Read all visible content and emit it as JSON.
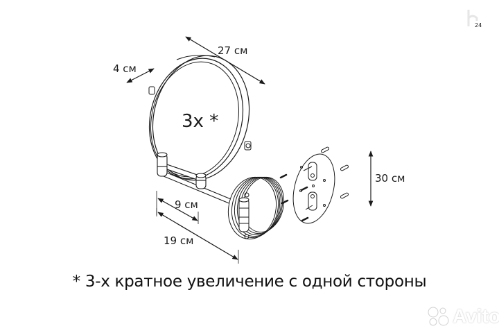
{
  "diagram": {
    "subject": "magnifying wall mirror on swing arm",
    "magnification_label": "3x *",
    "dimensions": {
      "depth": "4 см",
      "diameter": "27 см",
      "arm_short": "9 см",
      "arm_long": "19 см",
      "height": "30 см"
    },
    "caption": "* 3-х кратное увеличение с одной стороны",
    "colors": {
      "line": "#1a1a1a",
      "background": "#ffffff",
      "watermark": "#e6e6e6"
    }
  },
  "watermarks": {
    "top_right_icon": "h24-house-icon",
    "top_right_text": "24",
    "bottom_right_text": "Avito"
  }
}
